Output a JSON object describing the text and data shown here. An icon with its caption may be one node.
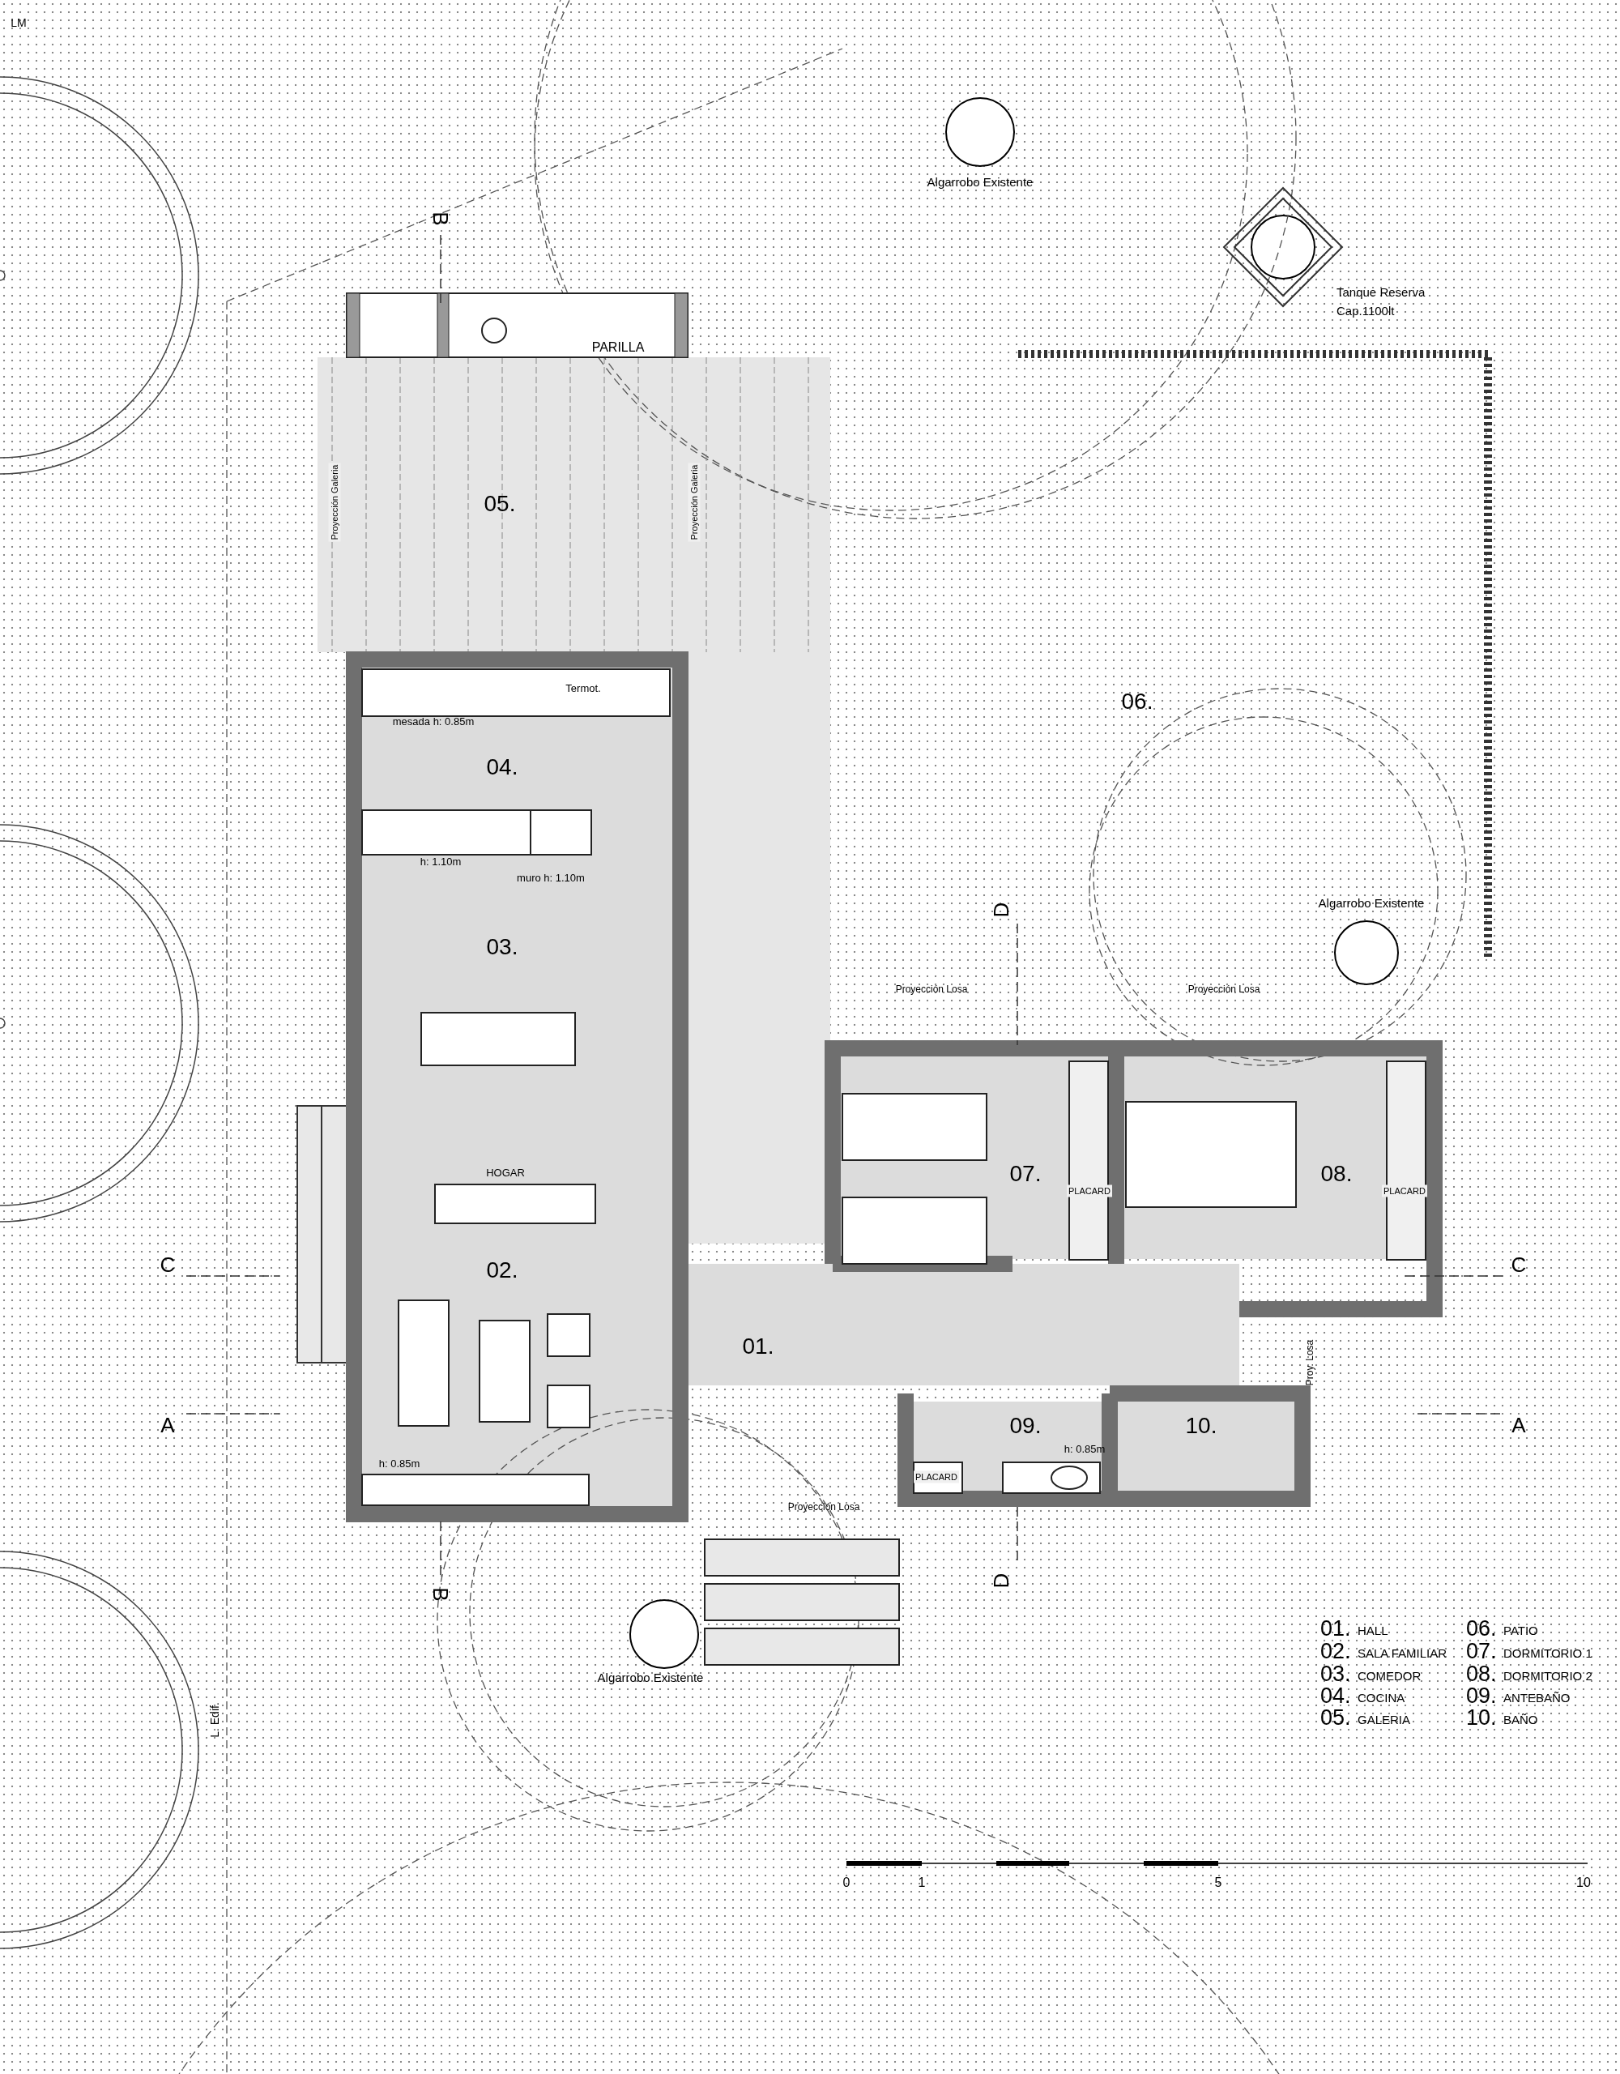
{
  "diagram": {
    "nodes": [
      {
        "text": [],
        "shape": "circle",
        "beside": [
          "Algarrobo Existente"
        ]
      },
      {
        "text": [],
        "shape": "circle",
        "beside": [
          "Tanque Reserva Cap.1100lt"
        ]
      },
      {
        "text": [
          "05."
        ]
      },
      {
        "text": [
          "06."
        ]
      },
      {
        "text": [
          "04."
        ]
      },
      {
        "text": [],
        "shape": "circle",
        "beside": [
          "Algarrobo Existente"
        ]
      },
      {
        "text": [
          "03."
        ]
      },
      {
        "text": [
          "07."
        ]
      },
      {
        "text": [
          "08."
        ]
      },
      {
        "text": [
          "02."
        ]
      },
      {
        "text": [
          "01."
        ]
      },
      {
        "text": [
          "09."
        ]
      },
      {
        "text": [
          "10."
        ]
      },
      {
        "text": [],
        "shape": "circle",
        "beside": [
          "Algarrobo Existente"
        ]
      }
    ],
    "labels": [
      "LM",
      "B",
      "PARILLA",
      "Proyección Galeria",
      "Proyección Galeria",
      "Termot.",
      "mesada h: 0.85m",
      "h: 1.10m",
      "muro h: 1.10m",
      "D",
      "Proyección Losa",
      "Proyección Losa",
      "PLACARD",
      "PLACARD",
      "HOGAR",
      "C",
      "C",
      "Proy. Losa",
      "A",
      "A",
      "h: 0.85m",
      "h: 0.85m",
      "PLACARD",
      "Proyección Losa",
      "B",
      "D",
      "01.",
      "HALL",
      "06.",
      "PATIO",
      "02.",
      "SALA FAMILIAR",
      "07.",
      "DORMITORIO 1",
      "03.",
      "COMEDOR",
      "08.",
      "DORMITORIO 2",
      "04.",
      "COCINA",
      "09.",
      "ANTEBAÑO",
      "05.",
      "GALERIA",
      "10.",
      "BAÑO",
      "L. Edif.",
      "0",
      "1",
      "5",
      "10"
    ]
  }
}
